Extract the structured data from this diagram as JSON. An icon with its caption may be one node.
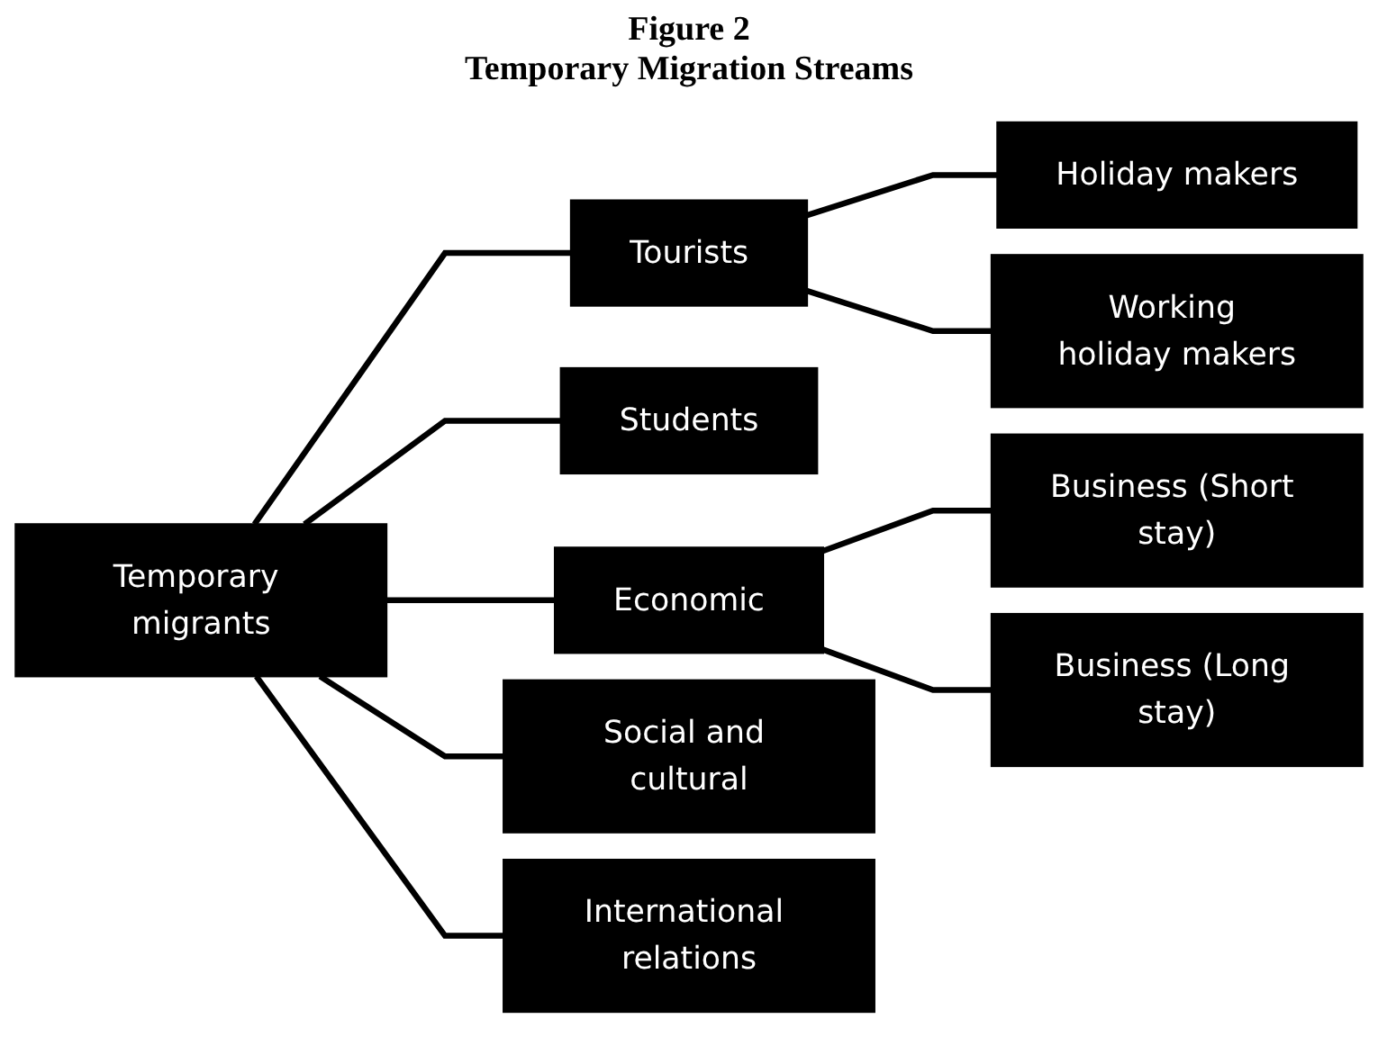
{
  "diagram": {
    "title": "Figure 2",
    "labels": [
      "Temporary Migration Streams"
    ],
    "nodes": [
      {
        "text": [
          "Temporary migrants"
        ]
      },
      {
        "text": [
          "Tourists"
        ]
      },
      {
        "text": [
          "Students"
        ]
      },
      {
        "text": [
          "Economic"
        ]
      },
      {
        "text": [
          "Social and cultural"
        ]
      },
      {
        "text": [
          "International relations"
        ]
      },
      {
        "text": [
          "Holiday makers"
        ]
      },
      {
        "text": [
          "Working holiday makers"
        ]
      },
      {
        "text": [
          "Business (Short stay)"
        ]
      },
      {
        "text": [
          "Business (Long stay)"
        ]
      }
    ],
    "edges": [
      {
        "from": 0,
        "to": 1,
        "arrow": "none"
      },
      {
        "from": 0,
        "to": 2,
        "arrow": "none"
      },
      {
        "from": 0,
        "to": 3,
        "arrow": "none"
      },
      {
        "from": 0,
        "to": 4,
        "arrow": "none"
      },
      {
        "from": 0,
        "to": 5,
        "arrow": "none"
      },
      {
        "from": 1,
        "to": 6,
        "arrow": "none"
      },
      {
        "from": 1,
        "to": 7,
        "arrow": "none"
      },
      {
        "from": 3,
        "to": 8,
        "arrow": "none"
      },
      {
        "from": 3,
        "to": 9,
        "arrow": "none"
      }
    ]
  }
}
